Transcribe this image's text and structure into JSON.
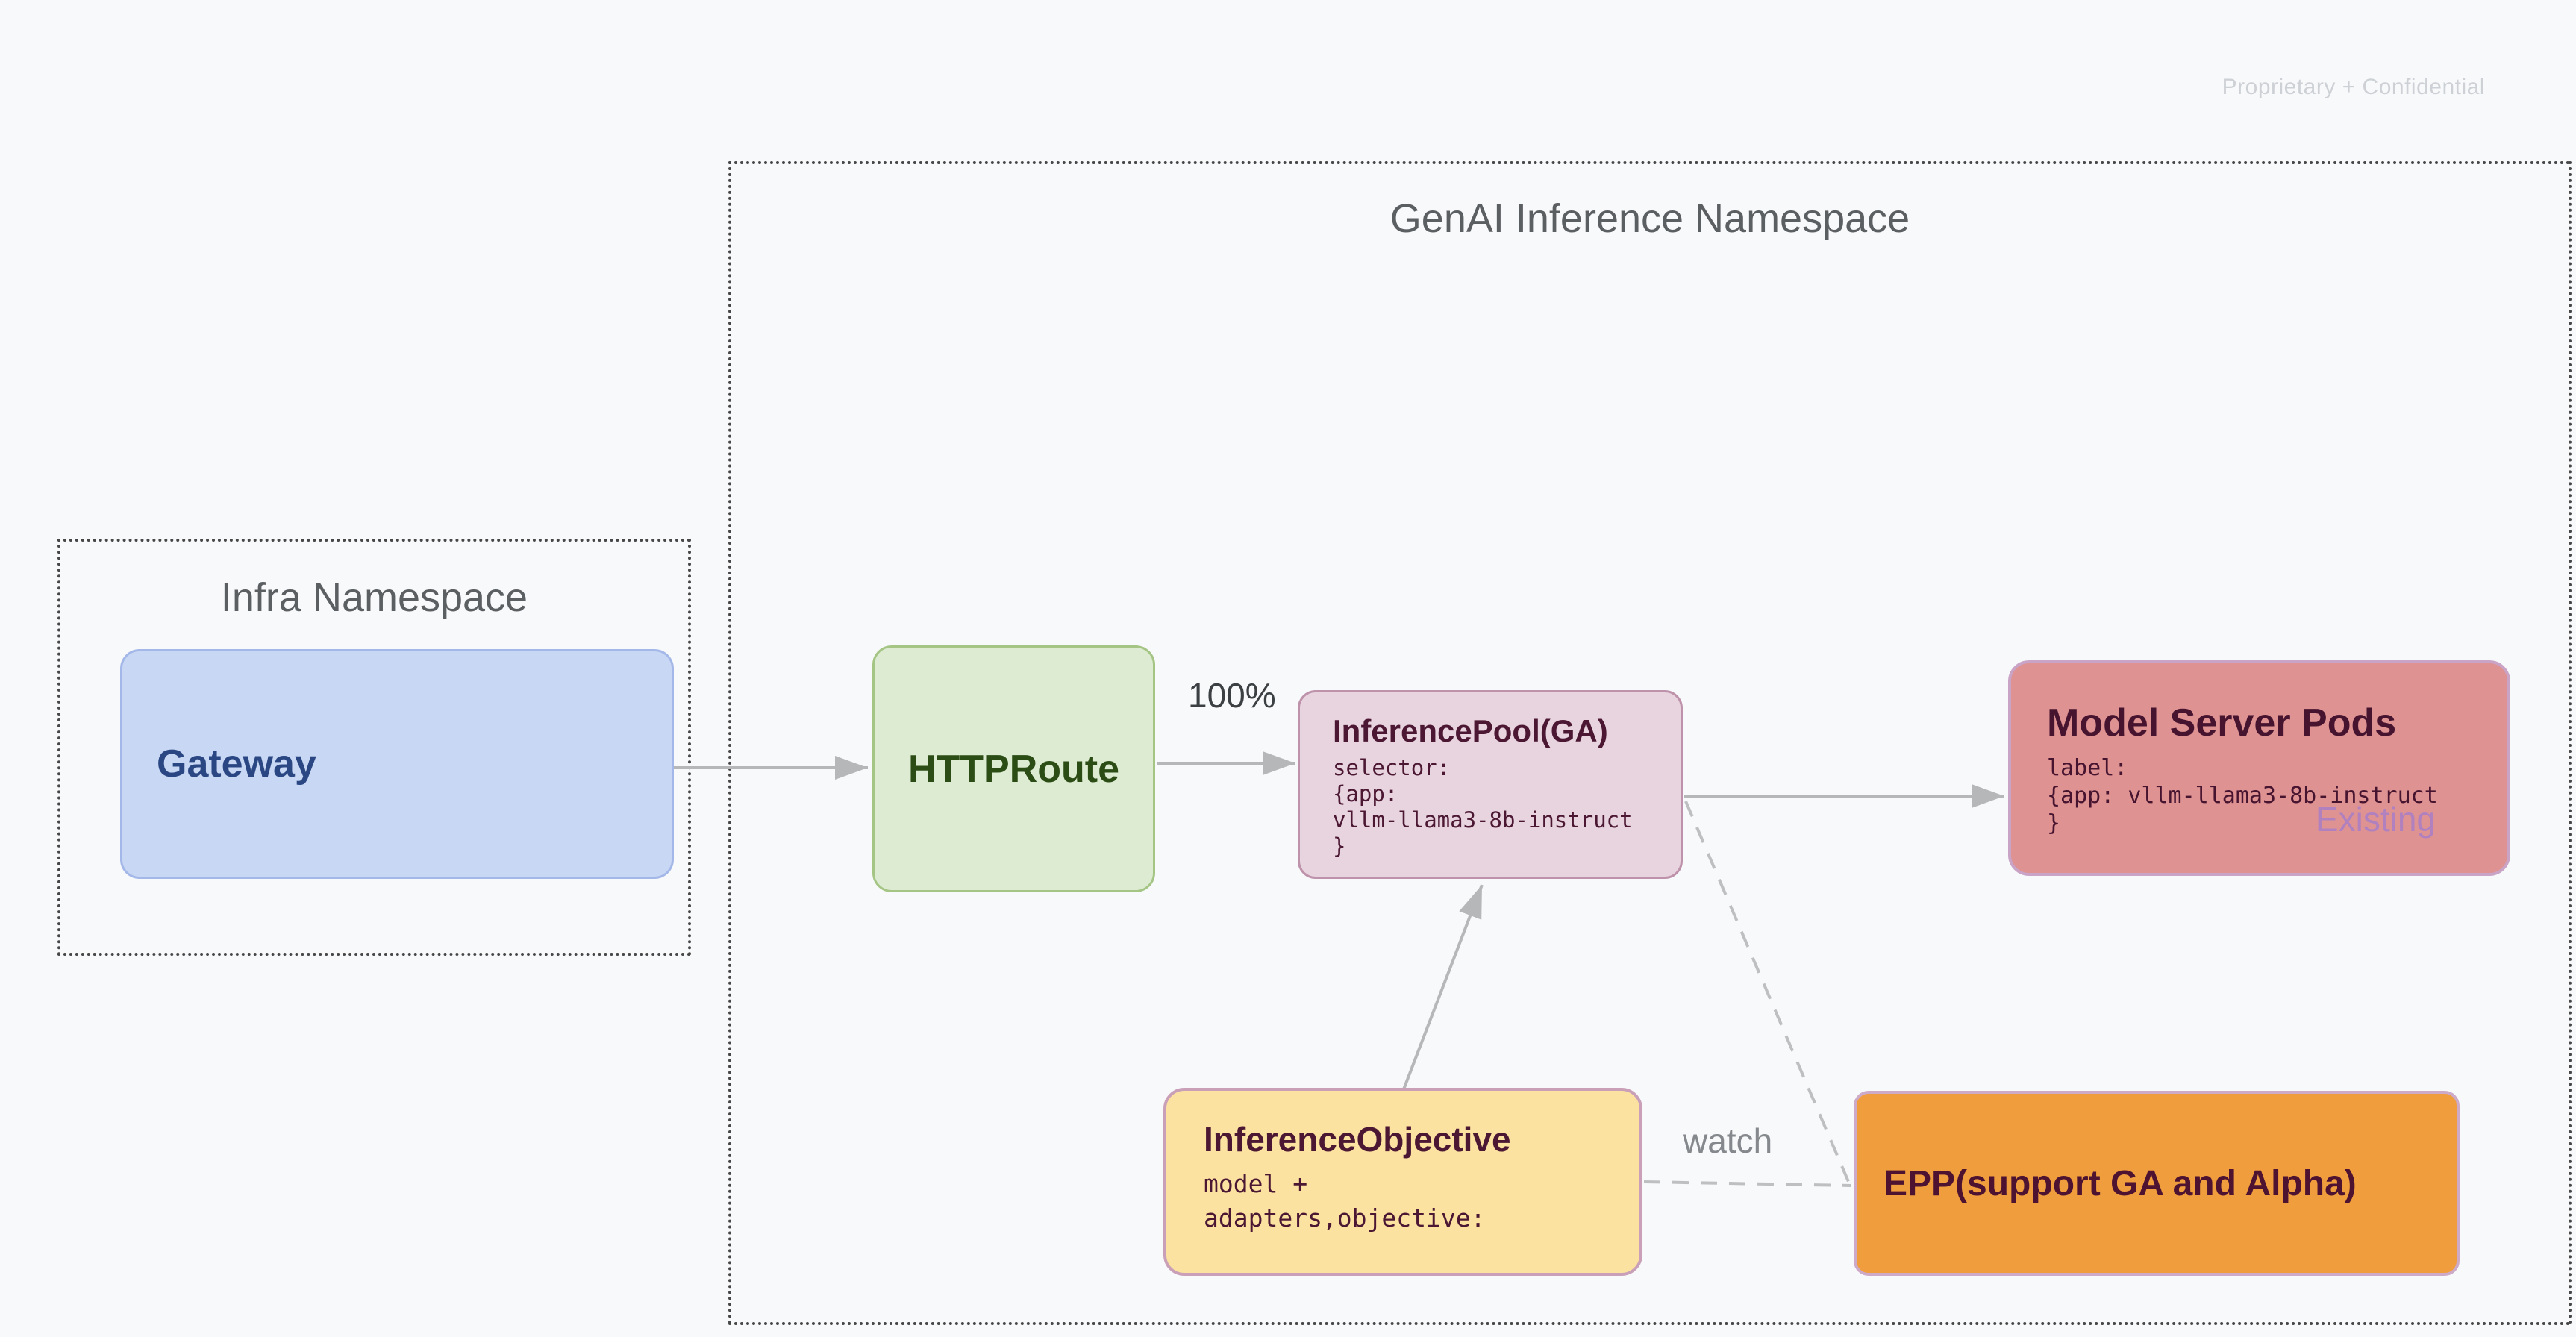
{
  "watermark": "Proprietary + Confidential",
  "namespaces": {
    "genai": {
      "title": "GenAI Inference Namespace"
    },
    "infra": {
      "title": "Infra Namespace"
    }
  },
  "nodes": {
    "gateway": {
      "title": "Gateway"
    },
    "httproute": {
      "title": "HTTPRoute"
    },
    "inference_pool": {
      "title": "InferencePool(GA)",
      "code": "selector:\n{app:\nvllm-llama3-8b-instruct\n}"
    },
    "model_server_pods": {
      "title": "Model Server Pods",
      "code": "label:\n{app: vllm-llama3-8b-instruct\n}",
      "tag": "Existing"
    },
    "inference_objective": {
      "title": "InferenceObjective",
      "code": "model +\nadapters,objective:"
    },
    "epp": {
      "title": "EPP(support GA and Alpha)"
    }
  },
  "edges": {
    "traffic_split_label": "100%",
    "watch_label": "watch",
    "connections": [
      {
        "from": "gateway",
        "to": "httproute",
        "style": "solid-arrow"
      },
      {
        "from": "httproute",
        "to": "inference_pool",
        "style": "solid-arrow",
        "label": "100%"
      },
      {
        "from": "inference_pool",
        "to": "model_server_pods",
        "style": "solid-arrow"
      },
      {
        "from": "inference_objective",
        "to": "inference_pool",
        "style": "solid-arrow"
      },
      {
        "from": "inference_pool",
        "to": "epp",
        "style": "dashed"
      },
      {
        "from": "inference_objective",
        "to": "epp",
        "style": "dashed",
        "label": "watch"
      }
    ]
  },
  "colors": {
    "background": "#f8f9fb",
    "namespace_border": "#474747",
    "namespace_title": "#5c5f62",
    "gateway_fill": "#c8d7f3",
    "gateway_border": "#a3b8e8",
    "gateway_text": "#2a4784",
    "httproute_fill": "#dcebd2",
    "httproute_border": "#a5c584",
    "httproute_text": "#2c4c15",
    "pool_fill": "#e8d4de",
    "pool_border": "#bd92aa",
    "pods_fill": "#de9292",
    "pods_border": "#c9a4c6",
    "objective_fill": "#fbe2a1",
    "objective_border": "#c9a0b8",
    "epp_fill": "#f09d3d",
    "epp_border": "#ccaac8",
    "dark_text": "#4b1733",
    "arrow": "#b5b7b9",
    "dashed": "#bdbfc1",
    "existing_tag": "#a87fc6",
    "watermark": "#cdd0d5"
  }
}
